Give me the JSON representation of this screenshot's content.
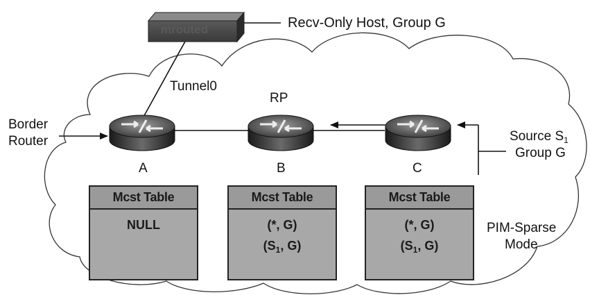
{
  "host": {
    "device_label": "mrouted",
    "caption": "Recv-Only Host, Group G"
  },
  "tunnel_label": "Tunnel0",
  "rp_label": "RP",
  "border_router_label": [
    "Border",
    "Router"
  ],
  "routers": [
    {
      "name": "A"
    },
    {
      "name": "B"
    },
    {
      "name": "C"
    }
  ],
  "source": {
    "line1_prefix": "Source S",
    "line1_sub": "1",
    "line2": "Group G"
  },
  "tables": [
    {
      "header": "Mcst Table",
      "rows": [
        {
          "text": "NULL"
        }
      ]
    },
    {
      "header": "Mcst Table",
      "rows": [
        {
          "text": "(*, G)"
        },
        {
          "pre": "(S",
          "sub": "1",
          "post": ", G)"
        }
      ]
    },
    {
      "header": "Mcst Table",
      "rows": [
        {
          "text": "(*, G)"
        },
        {
          "pre": "(S",
          "sub": "1",
          "post": ", G)"
        }
      ]
    }
  ],
  "mode_label": [
    "PIM-Sparse",
    "Mode"
  ],
  "colors": {
    "cloud_fill": "#ffffff",
    "table_fill": "#a8a8a8",
    "router_dark": "#2a2a2a"
  }
}
